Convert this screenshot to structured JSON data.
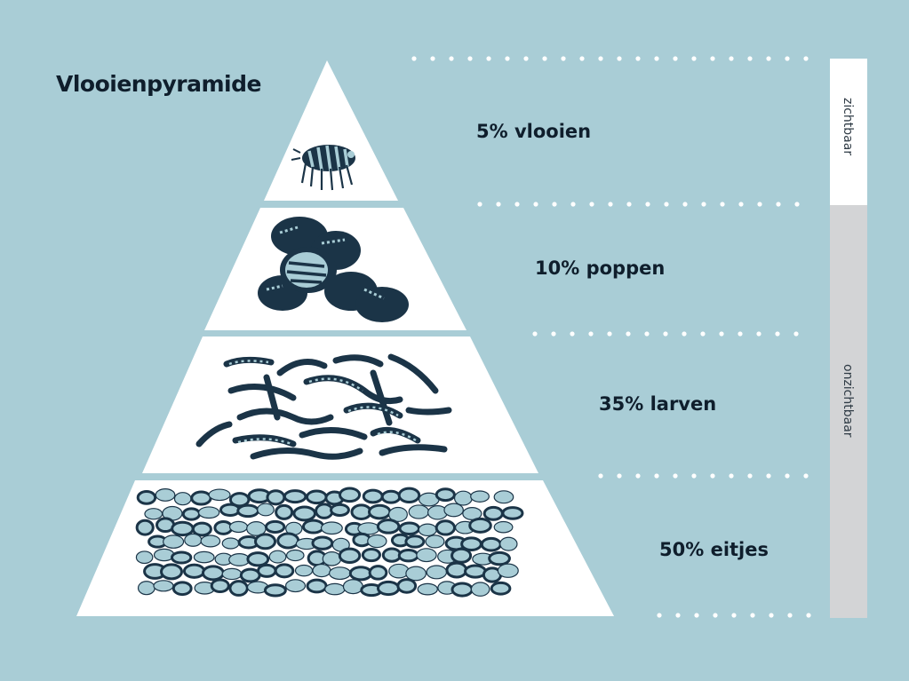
{
  "title": "Vlooienpyramide",
  "levels": [
    {
      "label": "5% vlooien",
      "icon": "flea-icon"
    },
    {
      "label": "10% poppen",
      "icon": "pupae-icon"
    },
    {
      "label": "35% larven",
      "icon": "larvae-icon"
    },
    {
      "label": "50% eitjes",
      "icon": "eggs-icon"
    }
  ],
  "side_bar": {
    "visible_label": "zichtbaar",
    "invisible_label": "onzichtbaar"
  },
  "colors": {
    "background": "#a9cdd6",
    "pyramid": "#ffffff",
    "ink": "#1b3447",
    "accent": "#a9cdd6",
    "visible_bar": "#ffffff",
    "invisible_bar": "#d3d4d6"
  }
}
